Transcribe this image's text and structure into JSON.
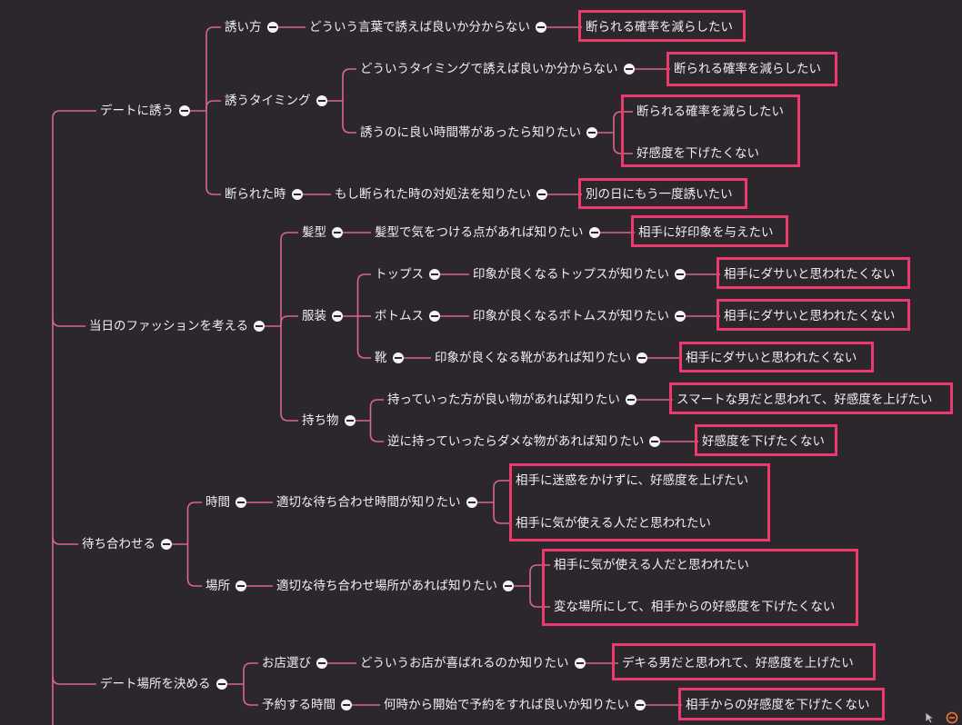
{
  "colors": {
    "background": "#2b272c",
    "connector": "#d9668f",
    "highlight_border": "#ec3a6e",
    "text": "#f2eef2",
    "collapse_button": "#f4f2f4",
    "corner_icon": "#f07a2e"
  },
  "icons": {
    "collapse": "collapse-minus-icon",
    "bottom_right": [
      "mouse-pointer-icon",
      "zoom-out-icon"
    ]
  },
  "mindmap": {
    "root_topics": [
      {
        "label": "デートに誘う",
        "children": [
          {
            "label": "誘い方",
            "children": [
              {
                "label": "どういう言葉で誘えば良いか分からない",
                "goals": [
                  "断られる確率を減らしたい"
                ]
              }
            ]
          },
          {
            "label": "誘うタイミング",
            "children": [
              {
                "label": "どういうタイミングで誘えば良いか分からない",
                "goals": [
                  "断られる確率を減らしたい"
                ]
              },
              {
                "label": "誘うのに良い時間帯があったら知りたい",
                "goals": [
                  "断られる確率を減らしたい",
                  "好感度を下げたくない"
                ]
              }
            ]
          },
          {
            "label": "断られた時",
            "children": [
              {
                "label": "もし断られた時の対処法を知りたい",
                "goals": [
                  "別の日にもう一度誘いたい"
                ]
              }
            ]
          }
        ]
      },
      {
        "label": "当日のファッションを考える",
        "children": [
          {
            "label": "髪型",
            "children": [
              {
                "label": "髪型で気をつける点があれば知りたい",
                "goals": [
                  "相手に好印象を与えたい"
                ]
              }
            ]
          },
          {
            "label": "服装",
            "children": [
              {
                "label": "トップス",
                "children": [
                  {
                    "label": "印象が良くなるトップスが知りたい",
                    "goals": [
                      "相手にダサいと思われたくない"
                    ]
                  }
                ]
              },
              {
                "label": "ボトムス",
                "children": [
                  {
                    "label": "印象が良くなるボトムスが知りたい",
                    "goals": [
                      "相手にダサいと思われたくない"
                    ]
                  }
                ]
              },
              {
                "label": "靴",
                "children": [
                  {
                    "label": "印象が良くなる靴があれば知りたい",
                    "goals": [
                      "相手にダサいと思われたくない"
                    ]
                  }
                ]
              }
            ]
          },
          {
            "label": "持ち物",
            "children": [
              {
                "label": "持っていった方が良い物があれば知りたい",
                "goals": [
                  "スマートな男だと思われて、好感度を上げたい"
                ]
              },
              {
                "label": "逆に持っていったらダメな物があれば知りたい",
                "goals": [
                  "好感度を下げたくない"
                ]
              }
            ]
          }
        ]
      },
      {
        "label": "待ち合わせる",
        "children": [
          {
            "label": "時間",
            "children": [
              {
                "label": "適切な待ち合わせ時間が知りたい",
                "goals": [
                  "相手に迷惑をかけずに、好感度を上げたい",
                  "相手に気が使える人だと思われたい"
                ]
              }
            ]
          },
          {
            "label": "場所",
            "children": [
              {
                "label": "適切な待ち合わせ場所があれば知りたい",
                "goals": [
                  "相手に気が使える人だと思われたい",
                  "変な場所にして、相手からの好感度を下げたくない"
                ]
              }
            ]
          }
        ]
      },
      {
        "label": "デート場所を決める",
        "children": [
          {
            "label": "お店選び",
            "children": [
              {
                "label": "どういうお店が喜ばれるのか知りたい",
                "goals": [
                  "デキる男だと思われて、好感度を上げたい"
                ]
              }
            ]
          },
          {
            "label": "予約する時間",
            "children": [
              {
                "label": "何時から開始で予約をすれば良いか知りたい",
                "goals": [
                  "相手からの好感度を下げたくない"
                ]
              }
            ]
          }
        ]
      }
    ]
  }
}
